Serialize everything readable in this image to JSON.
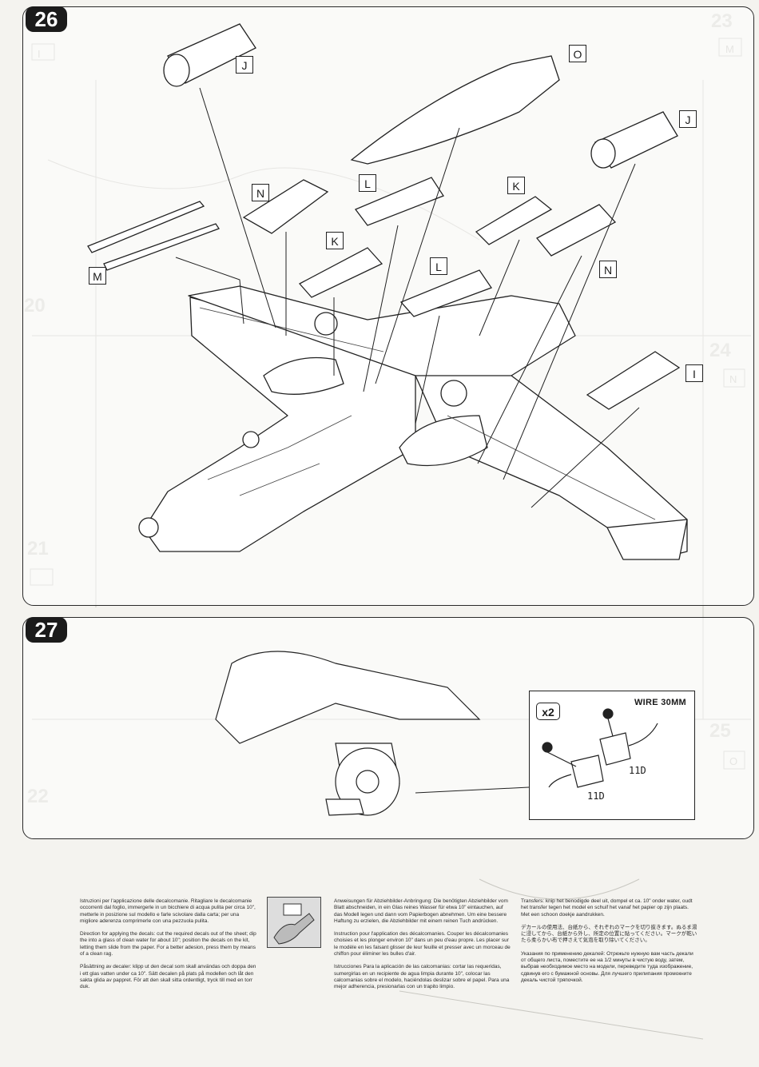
{
  "steps": {
    "step26": "26",
    "step27": "27"
  },
  "ghost_steps": [
    "23",
    "20",
    "24",
    "21",
    "25",
    "22"
  ],
  "ghost_labels": {
    "m": "M",
    "n": "N",
    "o": "O",
    "i": "I"
  },
  "part_labels": {
    "j_left": "J",
    "o": "O",
    "j_right": "J",
    "n_left": "N",
    "l_upper": "L",
    "k_right": "K",
    "k_left": "K",
    "l_lower": "L",
    "m": "M",
    "n_right": "N",
    "i": "I"
  },
  "inset": {
    "qty": "x2",
    "wire": "WIRE 30MM",
    "part_a": "11D",
    "part_b": "11D"
  },
  "instructions": {
    "italian_1": "Istruzioni per l'applicazione delle decalcomanie. Ritagliare le decalcomanie occorrenti dal foglio, immergerle in un bicchiere di acqua pulita per circa 10\", metterle in posizione sul modello e farle scivolare dalla carta; per una migliore aderenza comprimerle con una pezzuola pulita.",
    "english": "Direction for applying the decals: cut the required decals out of the sheet; dip the into a glass of clean water for about 10\"; position the decals on the kit, letting them slide from the paper. For a better adesion, press them by means of a clean rag.",
    "swedish": "Påsättning av decaler: klipp ut den decal som skall användas och doppa den i ett glas vatten under ca 10\". Sätt decalen på plats på modellen och låt den sakta glida av pappret. För att den skall sitta ordentligt, tryck till med en torr duk.",
    "german": "Anweisungen für Abziehbilder-Anbringung: Die benötigten Abziehbilder vom Blatt abschneiden, in ein Glas reines Wasser für etwa 10\" eintauchen, auf das Modell legen und dann vom Papierbogen abnehmen. Um eine bessere Haftung zu erzielen, die Abziehbilder mit einem reinen Tuch andrücken.",
    "french": "Instruction pour l'application des décalcomanies. Couper les décalcomanies choisies et les plonger environ 10\" dans un peu d'eau propre. Les placer sur le modèle en les faisant glisser de leur feuille et presser avec un morceau de chiffon pour éliminer les bulles d'air.",
    "spanish": "Istrucciones Para la aplicación de las calcomanias: cortar las requeridas, sumergirlas en un recipiente de agua limpia durante 10\", colocar las calcomanias sobre el modelo, haciéndolas deslizar sobre el papel. Para una mejor adherencia, presionarlas con un trapito limpio.",
    "dutch": "Transfers: knip het benodigde deel uit, dompel et ca. 10\" onder water, oudt het transfer tegen het model en schuif het vanaf het papier op zijn plaats. Met een schoon doekje aandrukken.",
    "japanese": "デカールの使用法、台紙から、それぞれのマークを切り抜きます。ぬるま湯に浸してから、台紙から外し、所定の位置に貼ってください。マークが乾いたら柔らかい布で押さえて気泡を取り除いてください。",
    "russian": "Указания по применению декалей: Отрежьте нужную вам часть декали от общего листа, поместите ее на 1/2 минуты в чистую воду, затем, выбрав необходимое место на модели, переведите туда изображение, сдвинув его с бумажной основы. Для лучшего прилипания промокните декаль чистой тряпочкой."
  }
}
